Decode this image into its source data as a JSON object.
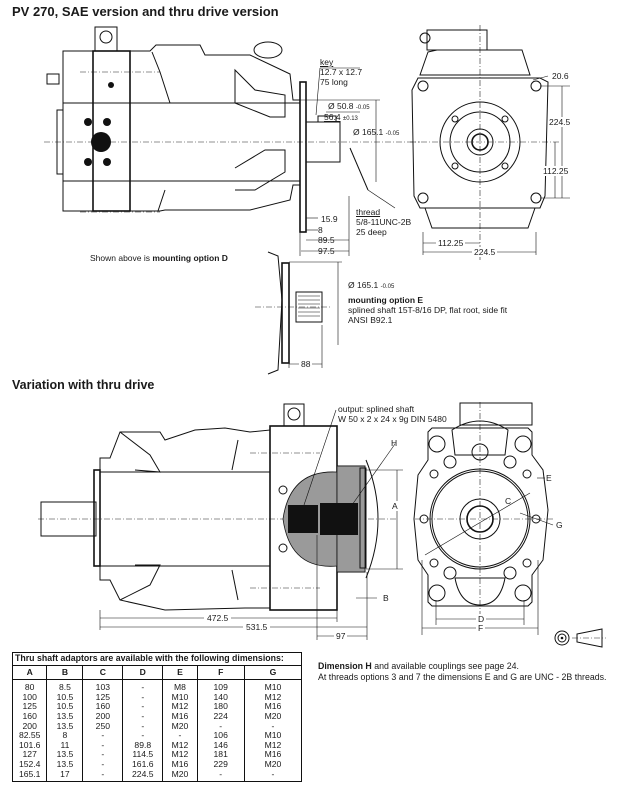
{
  "page": {
    "title": "PV 270,  SAE version and thru drive version",
    "section2_title": "Variation with thru drive"
  },
  "top_drawing": {
    "key_label": "key",
    "key_size": "12.7 x 12.7",
    "key_length": "75 long",
    "shaft_dia": "Ø 50.8",
    "shaft_dia_tol": "-0.05",
    "key_height": "56.4",
    "key_height_tol": "±0.13",
    "pilot_dia": "Ø 165.1",
    "pilot_dia_tol": "-0.05",
    "thread_label": "thread",
    "thread_spec": "5/8-11UNC-2B",
    "thread_depth": "25 deep",
    "dim_15_9": "15.9",
    "dim_8": "8",
    "dim_89_5": "89.5",
    "dim_97_5": "97.5",
    "caption_prefix": "Shown above is ",
    "caption_bold": "mounting option D"
  },
  "end_view": {
    "dim_20_6": "20.6",
    "dim_224_5_v": "224.5",
    "dim_112_25_v": "112.25",
    "dim_112_25_h": "112.25",
    "dim_224_5_h": "224.5"
  },
  "option_e": {
    "pilot_dia": "Ø 165.1",
    "pilot_dia_tol": "-0.05",
    "title": "mounting option E",
    "line1": "splined shaft 15T-8/16 DP, flat root, side fit",
    "line2": "ANSI B92.1",
    "dim_88": "88"
  },
  "thru_drive": {
    "output_line1": "output: splined shaft",
    "output_line2": "W 50 x 2 x 24 x 9g DIN 5480",
    "label_H": "H",
    "label_A": "A",
    "label_B": "B",
    "label_C": "C",
    "label_D": "D",
    "label_E": "E",
    "label_F": "F",
    "label_G": "G",
    "dim_472_5": "472.5",
    "dim_531_5": "531.5",
    "dim_97": "97"
  },
  "adaptor_table": {
    "caption": "Thru shaft adaptors are available with the following dimensions:",
    "headers": [
      "A",
      "B",
      "C",
      "D",
      "E",
      "F",
      "G"
    ],
    "rows": [
      [
        "80",
        "8.5",
        "103",
        "-",
        "M8",
        "109",
        "M10"
      ],
      [
        "100",
        "10.5",
        "125",
        "-",
        "M10",
        "140",
        "M12"
      ],
      [
        "125",
        "10.5",
        "160",
        "-",
        "M12",
        "180",
        "M16"
      ],
      [
        "160",
        "13.5",
        "200",
        "-",
        "M16",
        "224",
        "M20"
      ],
      [
        "200",
        "13.5",
        "250",
        "-",
        "M20",
        "-",
        "-"
      ],
      [
        "82.55",
        "8",
        "-",
        "-",
        "-",
        "106",
        "M10"
      ],
      [
        "101.6",
        "11",
        "-",
        "89.8",
        "M12",
        "146",
        "M12"
      ],
      [
        "127",
        "13.5",
        "-",
        "114.5",
        "M12",
        "181",
        "M16"
      ],
      [
        "152.4",
        "13.5",
        "-",
        "161.6",
        "M16",
        "229",
        "M20"
      ],
      [
        "165.1",
        "17",
        "-",
        "224.5",
        "M20",
        "-",
        "-"
      ]
    ]
  },
  "notes": {
    "line1_bold": "Dimension H",
    "line1_rest": " and available couplings see page 24.",
    "line2": "At threads options 3 and 7 the dimensions E and G are UNC - 2B threads."
  },
  "projection_symbol": "first-angle-projection-icon"
}
